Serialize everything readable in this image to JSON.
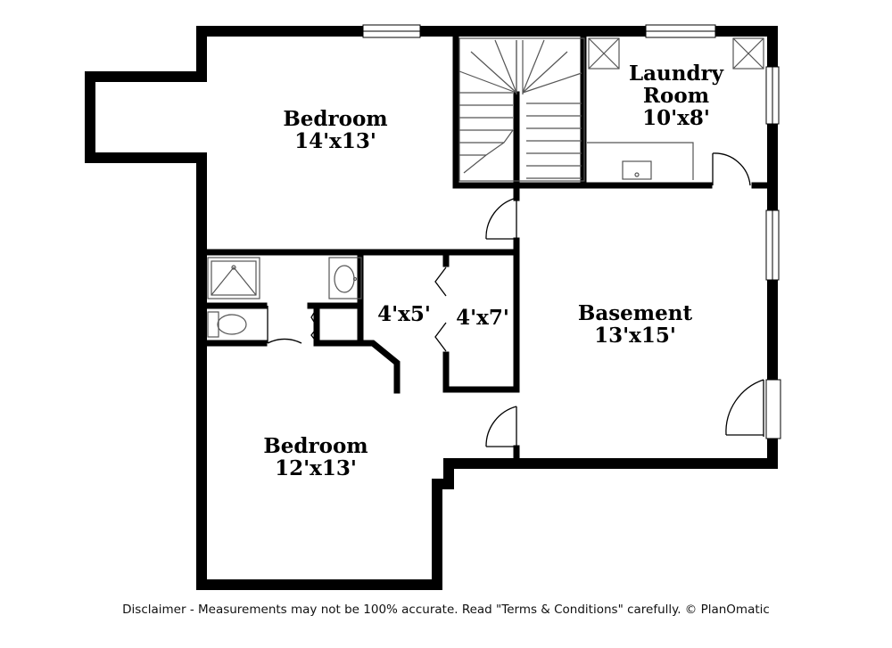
{
  "rooms": {
    "bedroom_top": {
      "name": "Bedroom",
      "dims": "14'x13'"
    },
    "laundry": {
      "name_line1": "Laundry",
      "name_line2": "Room",
      "dims": "10'x8'"
    },
    "closet_small": {
      "dims": "4'x5'"
    },
    "closet_medium": {
      "dims": "4'x7'"
    },
    "basement": {
      "name": "Basement",
      "dims": "13'x15'"
    },
    "bedroom_bottom": {
      "name": "Bedroom",
      "dims": "12'x13'"
    }
  },
  "disclaimer": "Disclaimer - Measurements may not be 100% accurate. Read \"Terms & Conditions\" carefully. © PlanOmatic",
  "colors": {
    "wall": "#000000",
    "fixture": "#555555",
    "background": "#ffffff"
  }
}
